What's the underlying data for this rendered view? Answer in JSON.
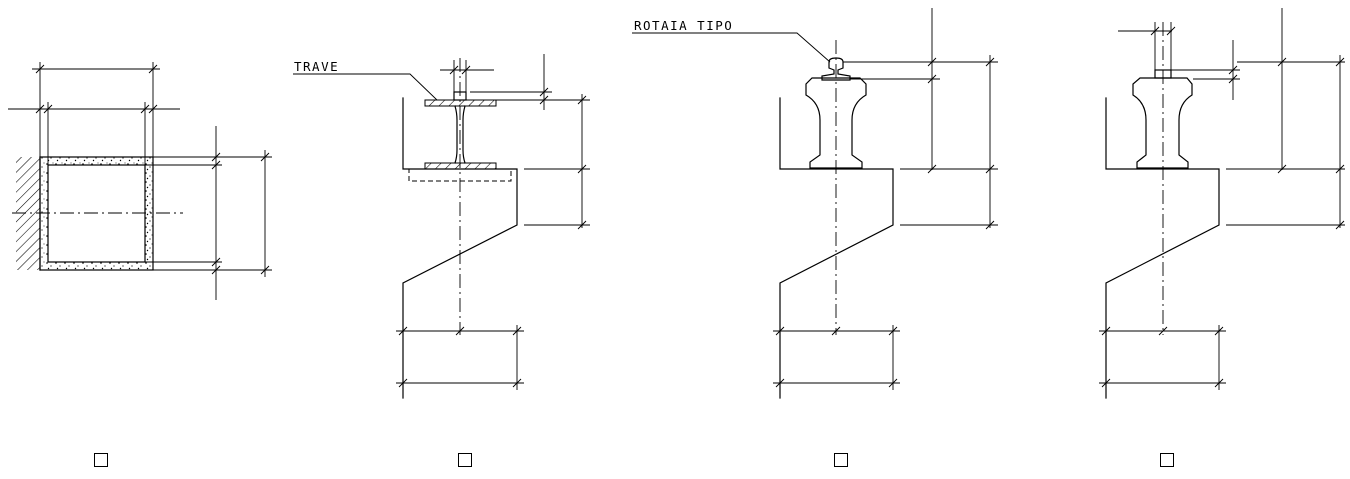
{
  "labels": {
    "trave": "TRAVE",
    "rotaia_tipo": "ROTAIA TIPO"
  },
  "checkboxes": [
    {
      "name": "detail-1-checkbox",
      "checked": false
    },
    {
      "name": "detail-2-checkbox",
      "checked": false
    },
    {
      "name": "detail-3-checkbox",
      "checked": false
    },
    {
      "name": "detail-4-checkbox",
      "checked": false
    }
  ],
  "colors": {
    "ink": "#000000",
    "paper": "#ffffff"
  }
}
